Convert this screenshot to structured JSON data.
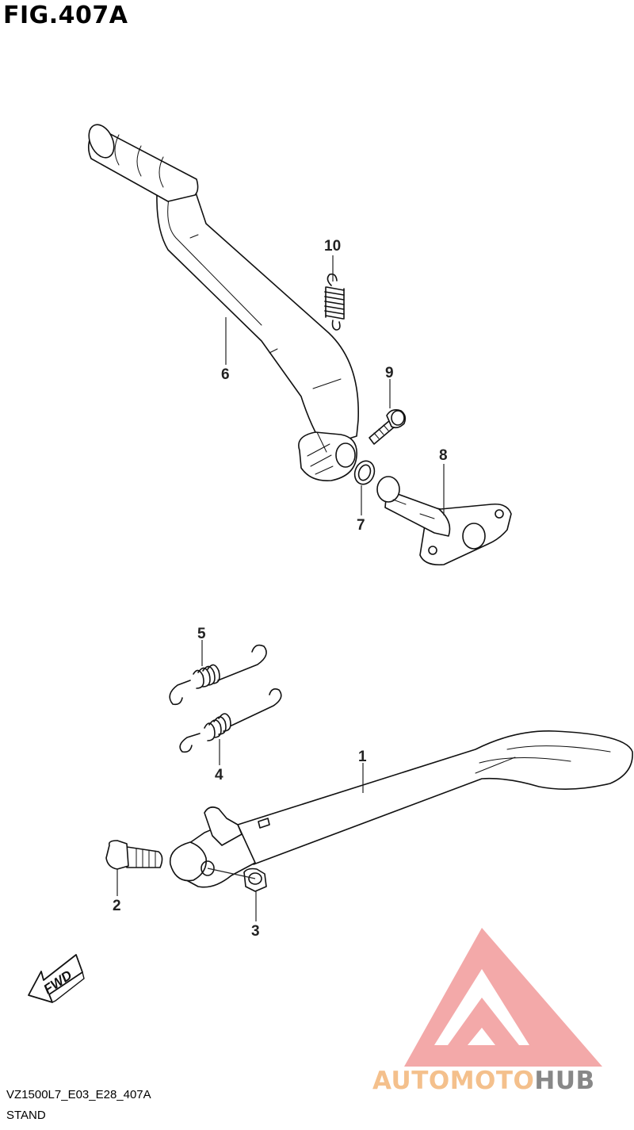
{
  "figure": {
    "title": "FIG.407A",
    "code": "VZ1500L7_E03_E28_407A",
    "name": "STAND"
  },
  "callouts": [
    "1",
    "2",
    "3",
    "4",
    "5",
    "6",
    "7",
    "8",
    "9",
    "10"
  ],
  "direction_arrow": {
    "label": "FWD",
    "icon": "fwd-arrow-icon"
  },
  "watermark": {
    "text_part1": "AUTOMOTO",
    "text_part2": "HUB",
    "logo": "triangle-logo",
    "colors": {
      "logo": "#f2a0a0",
      "text_part1": "#f4c08c",
      "text_part2": "#888888"
    }
  }
}
